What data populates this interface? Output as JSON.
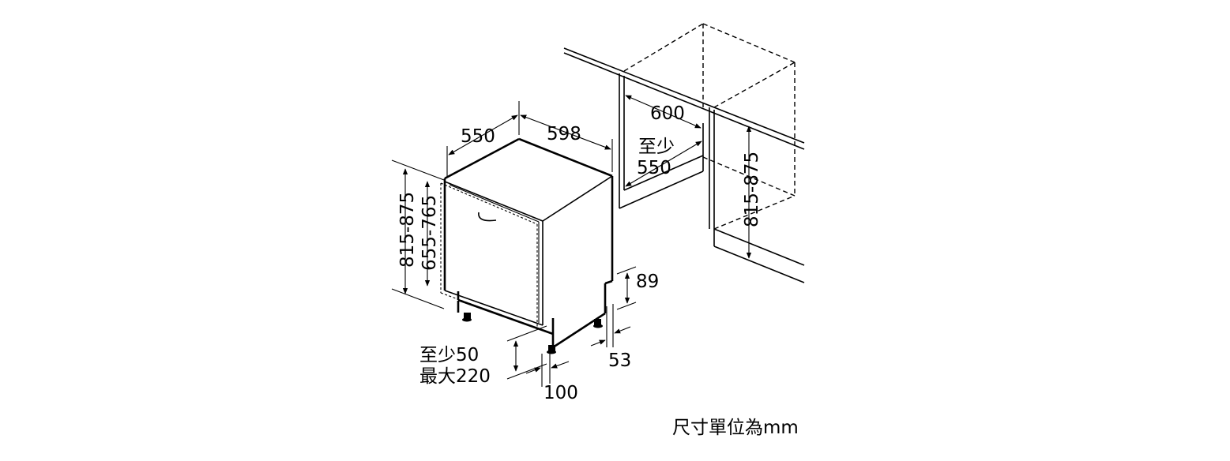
{
  "dimensions": {
    "appliance_depth": "550",
    "appliance_width": "598",
    "niche_width": "600",
    "niche_depth_prefix": "至少",
    "niche_depth": "550",
    "niche_height": "815-875",
    "appliance_height": "815-875",
    "door_panel_height": "655-765",
    "plinth_height": "89",
    "plinth_setback": "53",
    "plinth_offset": "100",
    "door_gap_min": "至少50",
    "door_gap_max": "最大220"
  },
  "footer": {
    "unit_note": "尺寸單位為mm"
  }
}
